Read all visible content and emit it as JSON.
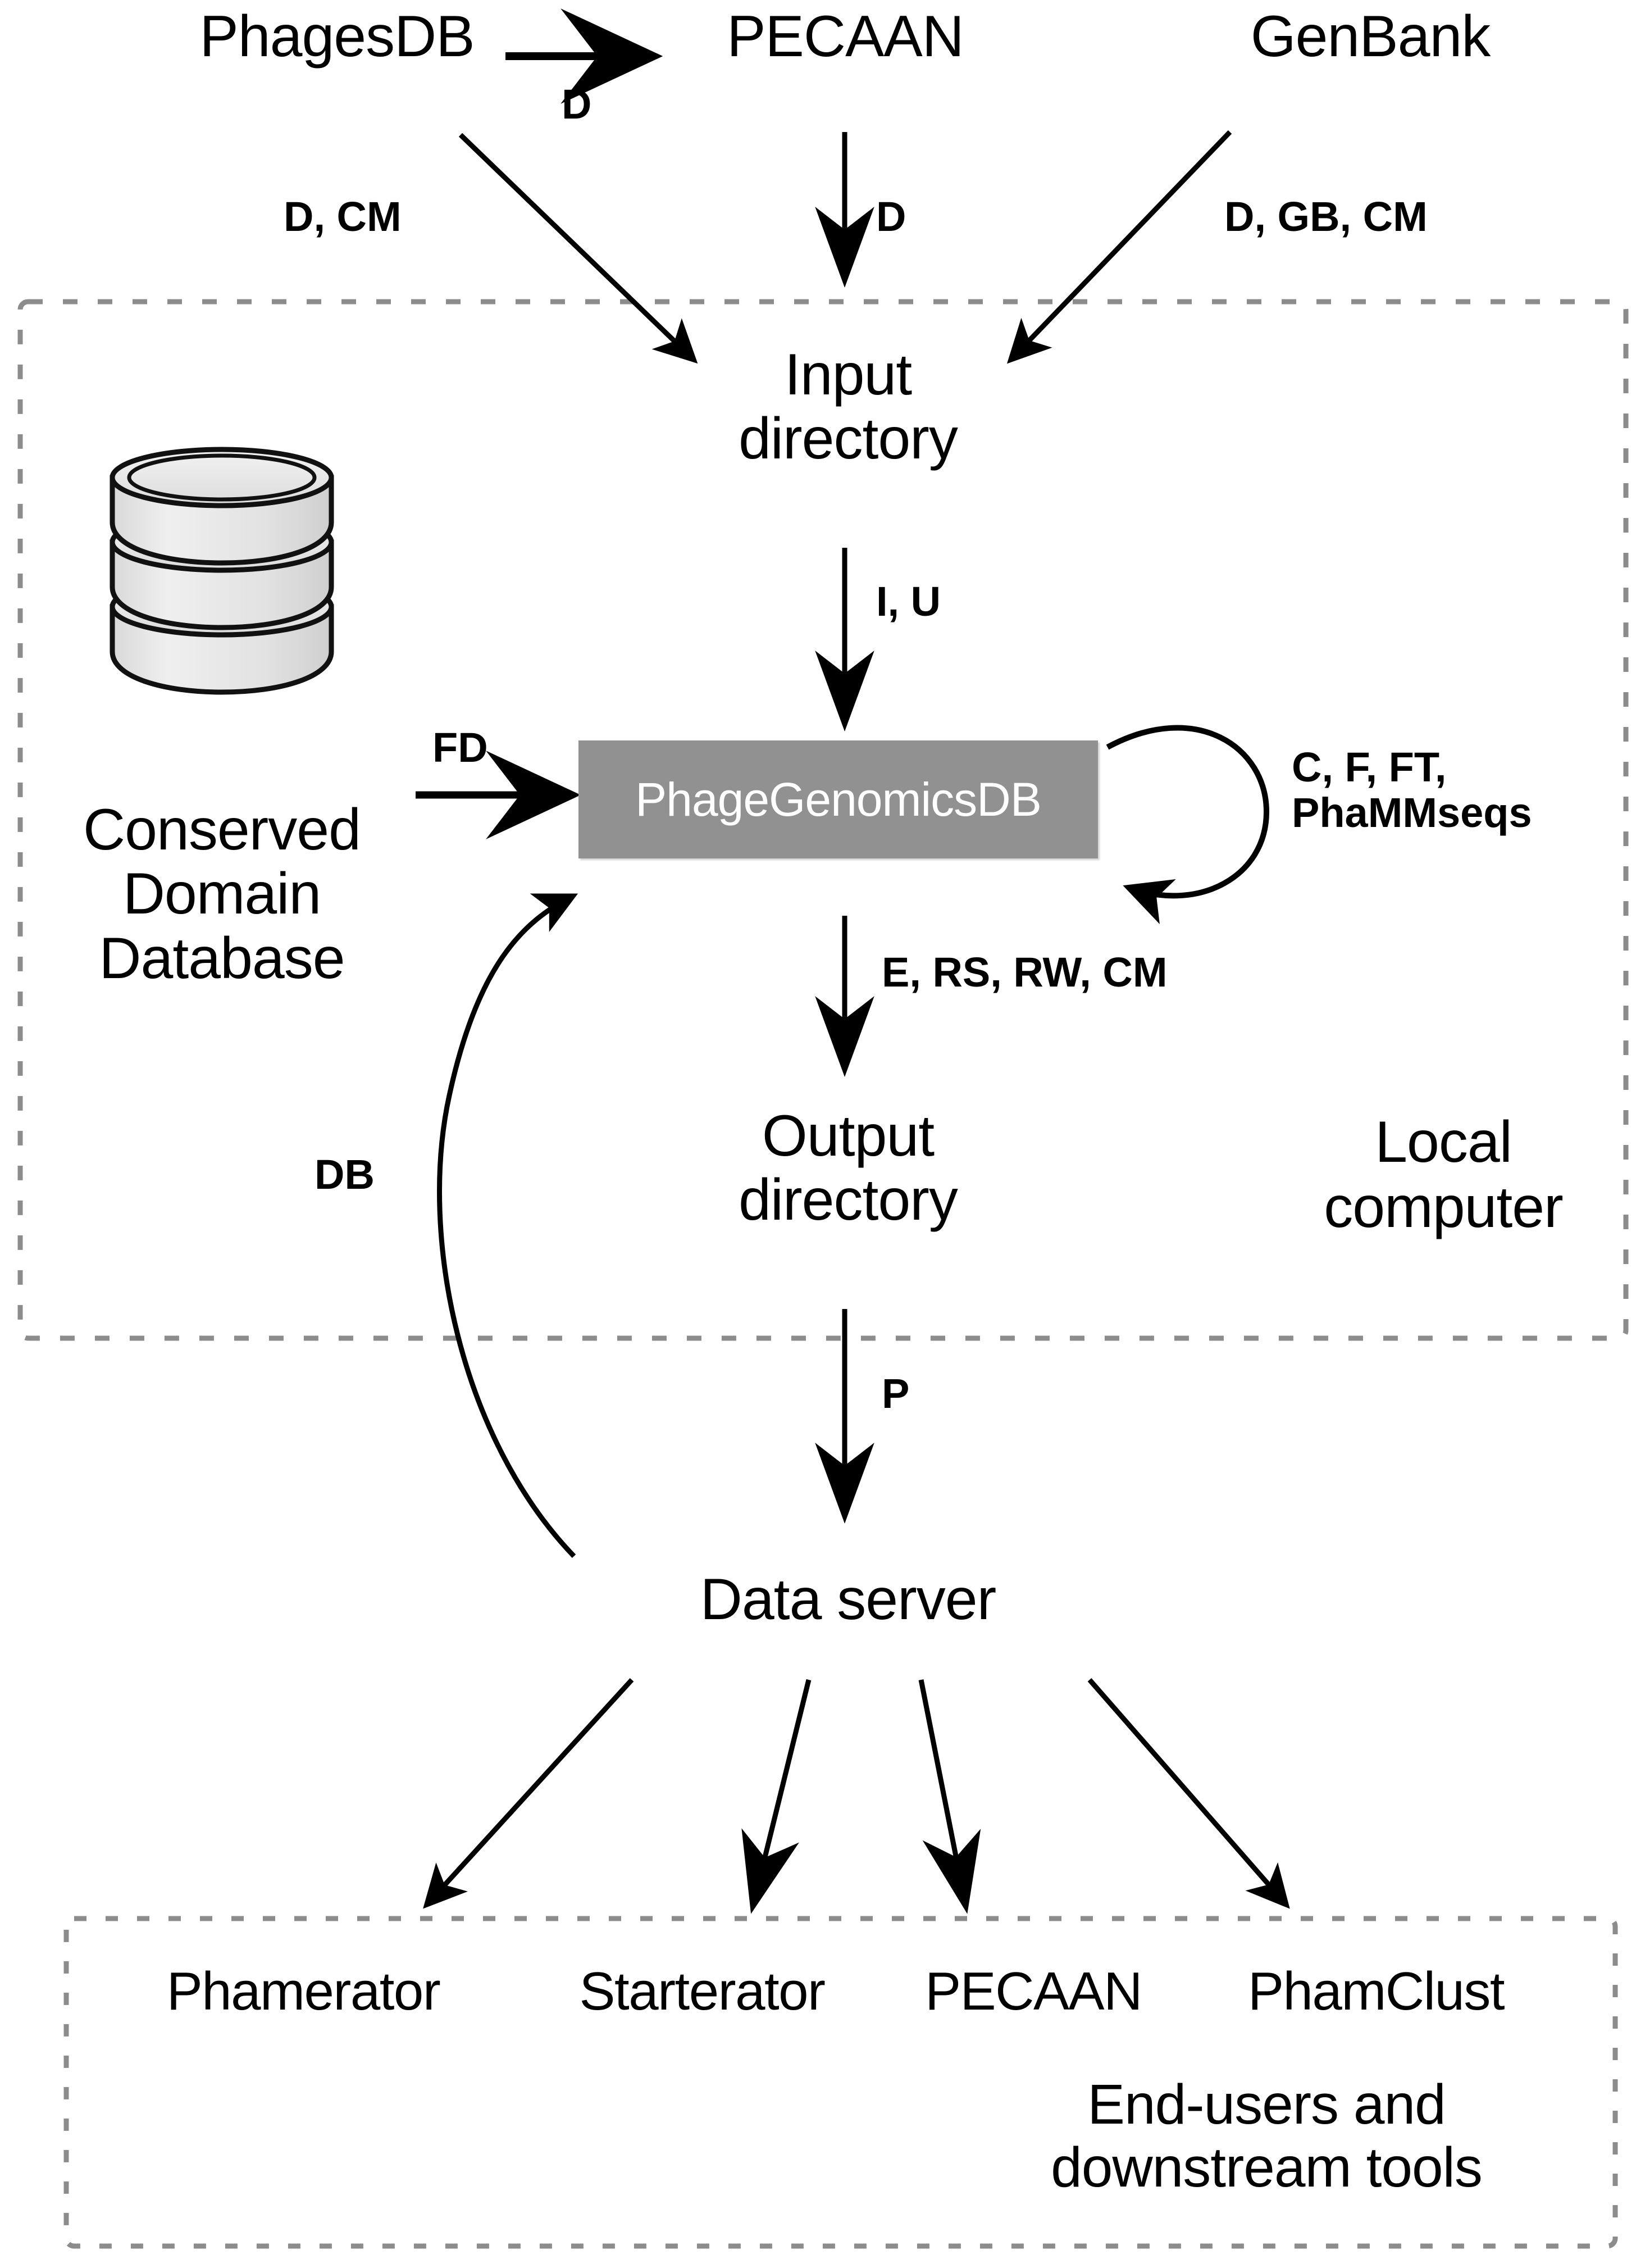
{
  "diagram": {
    "title": "PhageGenomicsDB data flow",
    "sources": {
      "phagesdb": "PhagesDB",
      "pecaan": "PECAAN",
      "genbank": "GenBank"
    },
    "nodes": {
      "input_directory": "Input\ndirectory",
      "conserved_domain_database": "Conserved\nDomain\nDatabase",
      "phage_genomics_db": "PhageGenomicsDB",
      "output_directory": "Output\ndirectory",
      "data_server": "Data server"
    },
    "zones": {
      "local_computer": "Local\ncomputer",
      "end_users": "End-users and\ndownstream tools"
    },
    "tools": [
      "Phamerator",
      "Starterator",
      "PECAAN",
      "PhamClust"
    ],
    "edge_labels": {
      "phagesdb_to_pecaan": "D",
      "phagesdb_to_input": "D, CM",
      "pecaan_to_input": "D",
      "genbank_to_input": "D, GB, CM",
      "input_to_db": "I, U",
      "cdd_to_db": "FD",
      "db_self_loop": "C, F, FT,\nPhaMMseqs",
      "db_to_output": "E, RS, RW, CM",
      "output_to_server": "P",
      "server_to_db": "DB"
    },
    "colors": {
      "db_box_fill": "#919191",
      "db_box_text": "#ffffff",
      "stroke": "#000000",
      "dashed_border": "#8c8c8c",
      "cylinder_fill": "#e6e6e6",
      "background": "#ffffff"
    }
  }
}
